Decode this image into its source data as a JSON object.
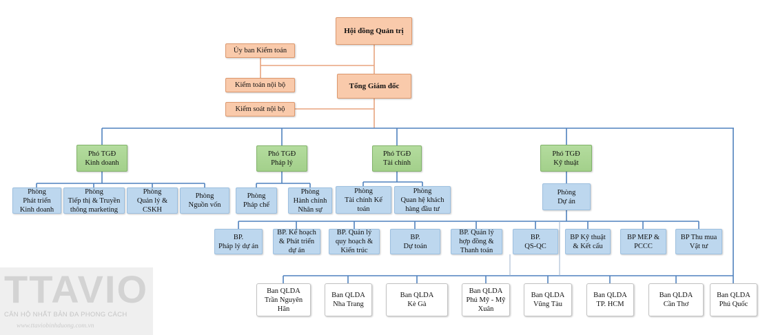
{
  "governance": {
    "board": "Hội đồng Quản trị",
    "audit_committee": "Ủy ban Kiểm toán",
    "ceo": "Tổng Giám đốc",
    "internal_audit": "Kiểm toán nội bộ",
    "internal_control": "Kiểm soát nội bộ"
  },
  "deputies": [
    "Phó TGĐ\nKinh doanh",
    "Phó TGĐ\nPháp lý",
    "Phó TGĐ\nTài chính",
    "Phó TGĐ\nKỹ thuật"
  ],
  "business_depts": [
    "Phòng\nPhát triển\nKinh doanh",
    "Phòng\nTiếp thị & Truyền\nthông marketing",
    "Phòng\nQuản lý &\nCSKH",
    "Phòng\nNguồn vốn"
  ],
  "legal_depts": [
    "Phòng\nPháp chế",
    "Phòng\nHành chính\nNhân sự"
  ],
  "finance_depts": [
    "Phòng\nTài chính Kế\ntoán",
    "Phòng\nQuan hệ khách\nhàng đầu tư"
  ],
  "technical_dept": "Phòng\nDự án",
  "project_units": [
    "BP.\nPháp lý dự án",
    "BP. Kế hoạch\n& Phát triển\ndự án",
    "BP. Quản lý\nquy hoạch &\nKiến trúc",
    "BP.\nDự toán",
    "BP. Quản lý\nhợp đồng &\nThanh toán",
    "BP.\nQS-QC",
    "BP Kỹ thuật\n& Kết cấu",
    "BP MEP &\nPCCC",
    "BP Thu mua\nVật tư"
  ],
  "project_boards": [
    "Ban QLDA\nTrần Nguyên\nHãn",
    "Ban QLDA\nNha Trang",
    "Ban QLDA\nKè Gà",
    "Ban QLDA\nPhú Mỹ - Mỹ\nXuân",
    "Ban QLDA\nVũng Tàu",
    "Ban QLDA\nTP. HCM",
    "Ban QLDA\nCần Thơ",
    "Ban QLDA\nPhú Quốc"
  ],
  "watermark": {
    "logo": "TTAVIO",
    "tagline": "CĂN HỘ NHẤT BẢN ĐA PHONG CÁCH",
    "url": "www.ttaviobinhduong.com.vn"
  },
  "colors": {
    "governance_fill": "#f9caab",
    "governance_border": "#dc976c",
    "deputy_fill": "#a3d08b",
    "deputy_border": "#80b268",
    "dept_fill": "#bdd7ee",
    "dept_border": "#9cbfdf",
    "connector_blue": "#4f81bd",
    "connector_orange": "#e8a47e",
    "project_board_border": "#c2c2c2"
  }
}
